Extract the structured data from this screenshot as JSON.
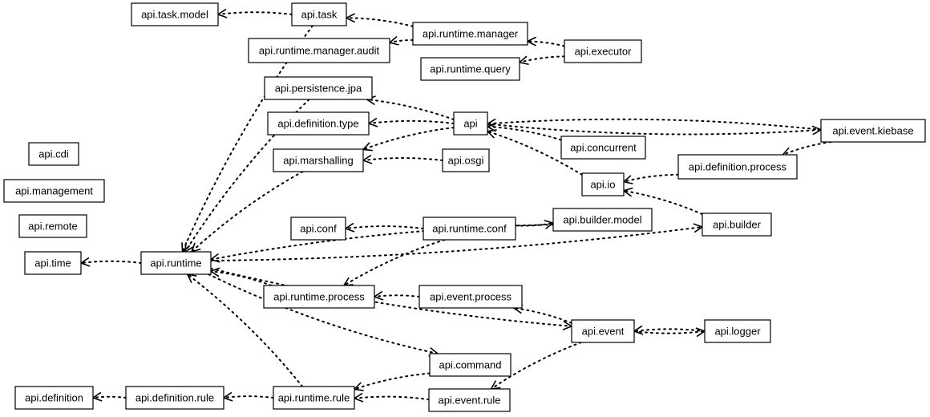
{
  "diagram": {
    "type": "package-dependency-graph",
    "colors": {
      "background": "#ffffff",
      "stroke": "#000000",
      "text": "#000000"
    },
    "nodes": [
      {
        "id": "task_model",
        "label": "api.task.model"
      },
      {
        "id": "task",
        "label": "api.task"
      },
      {
        "id": "runtime_manager",
        "label": "api.runtime.manager"
      },
      {
        "id": "manager_audit",
        "label": "api.runtime.manager.audit"
      },
      {
        "id": "executor",
        "label": "api.executor"
      },
      {
        "id": "runtime_query",
        "label": "api.runtime.query"
      },
      {
        "id": "persistence_jpa",
        "label": "api.persistence.jpa"
      },
      {
        "id": "api",
        "label": "api"
      },
      {
        "id": "definition_type",
        "label": "api.definition.type"
      },
      {
        "id": "event_kiebase",
        "label": "api.event.kiebase"
      },
      {
        "id": "concurrent",
        "label": "api.concurrent"
      },
      {
        "id": "cdi",
        "label": "api.cdi"
      },
      {
        "id": "marshalling",
        "label": "api.marshalling"
      },
      {
        "id": "osgi",
        "label": "api.osgi"
      },
      {
        "id": "definition_process",
        "label": "api.definition.process"
      },
      {
        "id": "management",
        "label": "api.management"
      },
      {
        "id": "io",
        "label": "api.io"
      },
      {
        "id": "builder_model",
        "label": "api.builder.model"
      },
      {
        "id": "remote",
        "label": "api.remote"
      },
      {
        "id": "conf",
        "label": "api.conf"
      },
      {
        "id": "runtime_conf",
        "label": "api.runtime.conf"
      },
      {
        "id": "builder",
        "label": "api.builder"
      },
      {
        "id": "time",
        "label": "api.time"
      },
      {
        "id": "runtime",
        "label": "api.runtime"
      },
      {
        "id": "runtime_process",
        "label": "api.runtime.process"
      },
      {
        "id": "event_process",
        "label": "api.event.process"
      },
      {
        "id": "event",
        "label": "api.event"
      },
      {
        "id": "logger",
        "label": "api.logger"
      },
      {
        "id": "command",
        "label": "api.command"
      },
      {
        "id": "definition",
        "label": "api.definition"
      },
      {
        "id": "definition_rule",
        "label": "api.definition.rule"
      },
      {
        "id": "runtime_rule",
        "label": "api.runtime.rule"
      },
      {
        "id": "event_rule",
        "label": "api.event.rule"
      }
    ],
    "edges": [
      {
        "from": "task",
        "to": "task_model"
      },
      {
        "from": "task",
        "to": "runtime"
      },
      {
        "from": "runtime_manager",
        "to": "task"
      },
      {
        "from": "runtime_manager",
        "to": "manager_audit"
      },
      {
        "from": "executor",
        "to": "runtime_manager"
      },
      {
        "from": "executor",
        "to": "runtime_query"
      },
      {
        "from": "persistence_jpa",
        "to": "runtime"
      },
      {
        "from": "api",
        "to": "persistence_jpa"
      },
      {
        "from": "api",
        "to": "definition_type"
      },
      {
        "from": "api",
        "to": "marshalling"
      },
      {
        "from": "api",
        "to": "event_kiebase"
      },
      {
        "from": "concurrent",
        "to": "api"
      },
      {
        "from": "io",
        "to": "api"
      },
      {
        "from": "event_kiebase",
        "to": "api"
      },
      {
        "from": "event_kiebase",
        "to": "definition_process"
      },
      {
        "from": "definition_process",
        "to": "io"
      },
      {
        "from": "osgi",
        "to": "marshalling"
      },
      {
        "from": "marshalling",
        "to": "runtime"
      },
      {
        "from": "builder",
        "to": "io"
      },
      {
        "from": "runtime",
        "to": "builder"
      },
      {
        "from": "builder_model",
        "to": "runtime"
      },
      {
        "from": "runtime_conf",
        "to": "builder_model"
      },
      {
        "from": "runtime_conf",
        "to": "conf"
      },
      {
        "from": "runtime_conf",
        "to": "runtime_process"
      },
      {
        "from": "runtime",
        "to": "time"
      },
      {
        "from": "runtime_process",
        "to": "runtime"
      },
      {
        "from": "event_process",
        "to": "runtime_process"
      },
      {
        "from": "event",
        "to": "event_process"
      },
      {
        "from": "runtime",
        "to": "event"
      },
      {
        "from": "event",
        "to": "logger"
      },
      {
        "from": "logger",
        "to": "event"
      },
      {
        "from": "event",
        "to": "event_rule"
      },
      {
        "from": "runtime",
        "to": "command"
      },
      {
        "from": "command",
        "to": "runtime_rule"
      },
      {
        "from": "runtime_rule",
        "to": "runtime"
      },
      {
        "from": "runtime_rule",
        "to": "definition_rule"
      },
      {
        "from": "definition_rule",
        "to": "definition"
      },
      {
        "from": "event_rule",
        "to": "runtime_rule"
      }
    ]
  }
}
